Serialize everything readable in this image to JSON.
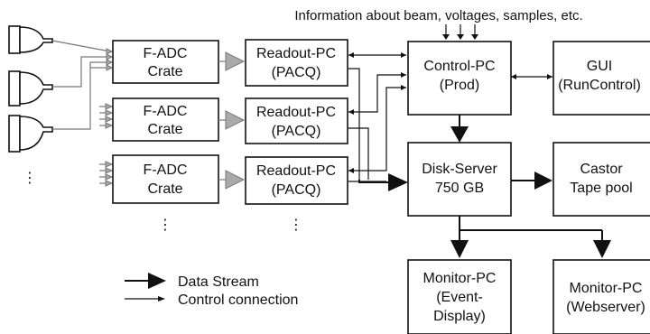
{
  "top_note": "Information about beam, voltages, samples, etc.",
  "fadc": [
    {
      "line1": "F-ADC",
      "line2": "Crate"
    },
    {
      "line1": "F-ADC",
      "line2": "Crate"
    },
    {
      "line1": "F-ADC",
      "line2": "Crate"
    }
  ],
  "readout": [
    {
      "line1": "Readout-PC",
      "line2": "(PACQ)"
    },
    {
      "line1": "Readout-PC",
      "line2": "(PACQ)"
    },
    {
      "line1": "Readout-PC",
      "line2": "(PACQ)"
    }
  ],
  "control_pc": {
    "line1": "Control-PC",
    "line2": "(Prod)"
  },
  "gui": {
    "line1": "GUI",
    "line2": "(RunControl)"
  },
  "disk_server": {
    "line1": "Disk-Server",
    "line2": "750 GB"
  },
  "castor": {
    "line1": "Castor",
    "line2": "Tape pool"
  },
  "monitor_event": {
    "line1": "Monitor-PC",
    "line2": "(Event-",
    "line3": "Display)"
  },
  "monitor_web": {
    "line1": "Monitor-PC",
    "line2": "(Webserver)"
  },
  "ellipsis": "⋮",
  "legend": {
    "data_stream": "Data Stream",
    "control_connection": "Control connection"
  }
}
